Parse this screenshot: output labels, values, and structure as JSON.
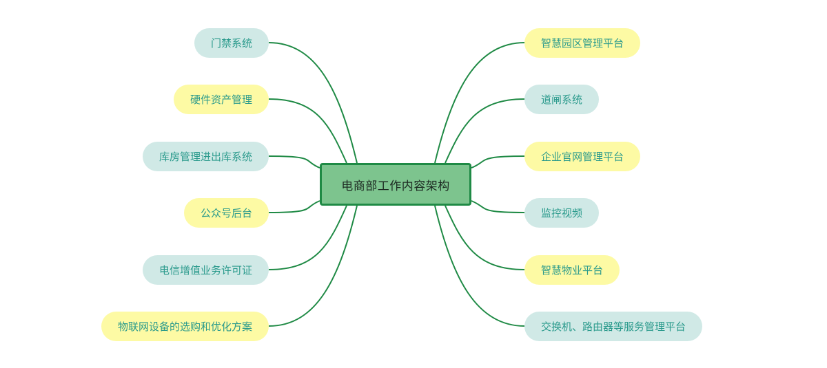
{
  "colors": {
    "connector": "#1f8a45",
    "center_fill": "#7dc48e",
    "center_border": "#1f8a45",
    "node_yellow": "#fdfaa4",
    "node_teal": "#d0e9e6",
    "node_text": "#2a9a8c"
  },
  "center": {
    "label": "电商部工作内容架构"
  },
  "left_branches": [
    {
      "label": "门禁系统",
      "style": "teal"
    },
    {
      "label": "硬件资产管理",
      "style": "yellow"
    },
    {
      "label": "库房管理进出库系统",
      "style": "teal"
    },
    {
      "label": "公众号后台",
      "style": "yellow"
    },
    {
      "label": "电信增值业务许可证",
      "style": "teal"
    },
    {
      "label": "物联网设备的选购和优化方案",
      "style": "yellow"
    }
  ],
  "right_branches": [
    {
      "label": "智慧园区管理平台",
      "style": "yellow"
    },
    {
      "label": "道闸系统",
      "style": "teal"
    },
    {
      "label": "企业官网管理平台",
      "style": "yellow"
    },
    {
      "label": "监控视频",
      "style": "teal"
    },
    {
      "label": "智慧物业平台",
      "style": "yellow"
    },
    {
      "label": "交换机、路由器等服务管理平台",
      "style": "teal"
    }
  ]
}
